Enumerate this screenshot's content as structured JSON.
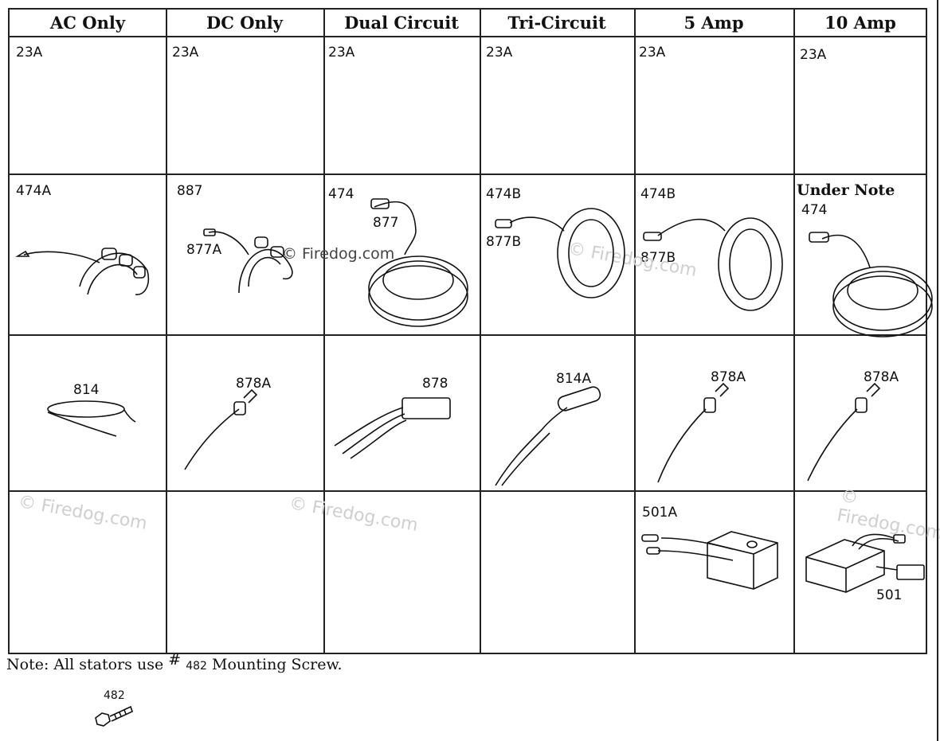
{
  "headers": [
    "AC Only",
    "DC Only",
    "Dual Circuit",
    "Tri-Circuit",
    "5 Amp",
    "10 Amp"
  ],
  "rows": [
    [
      "23A",
      "23A",
      "23A",
      "23A",
      "23A",
      "23A"
    ],
    [
      "474A",
      "887",
      "474",
      "474B",
      "474B",
      "Under Note"
    ],
    [],
    [],
    []
  ],
  "part_labels": {
    "r2_c1": "877A",
    "r2_c2": "877",
    "r2_c3": "877B",
    "r2_c4": "877B",
    "r2_c5": "474",
    "r3_c0": "814",
    "r3_c1": "878A",
    "r3_c2": "878",
    "r3_c3": "814A",
    "r3_c4": "878A",
    "r3_c5": "878A",
    "r4_c4": "501A",
    "r4_c5": "501"
  },
  "watermark": "© Firedog.com",
  "note": {
    "prefix": "Note: All stators use",
    "hash": "#",
    "number": "482",
    "suffix": "Mounting Screw."
  },
  "screw_label": "482"
}
